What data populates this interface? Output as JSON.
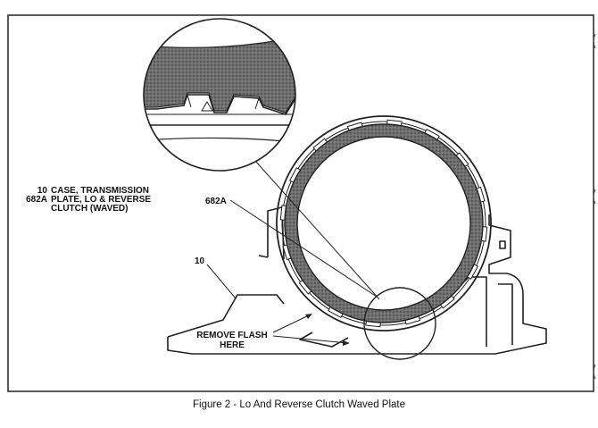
{
  "legend": [
    {
      "code": "10",
      "text": "CASE, TRANSMISSION"
    },
    {
      "code": "682A",
      "text": "PLATE, LO & REVERSE"
    },
    {
      "code": "",
      "text": "CLUTCH (WAVED)"
    }
  ],
  "callouts": {
    "ref_682a": "682A",
    "ref_10": "10",
    "remove_flash_line1": "REMOVE FLASH",
    "remove_flash_line2": "HERE"
  },
  "caption": "Figure 2 - Lo And Reverse Clutch Waved Plate"
}
